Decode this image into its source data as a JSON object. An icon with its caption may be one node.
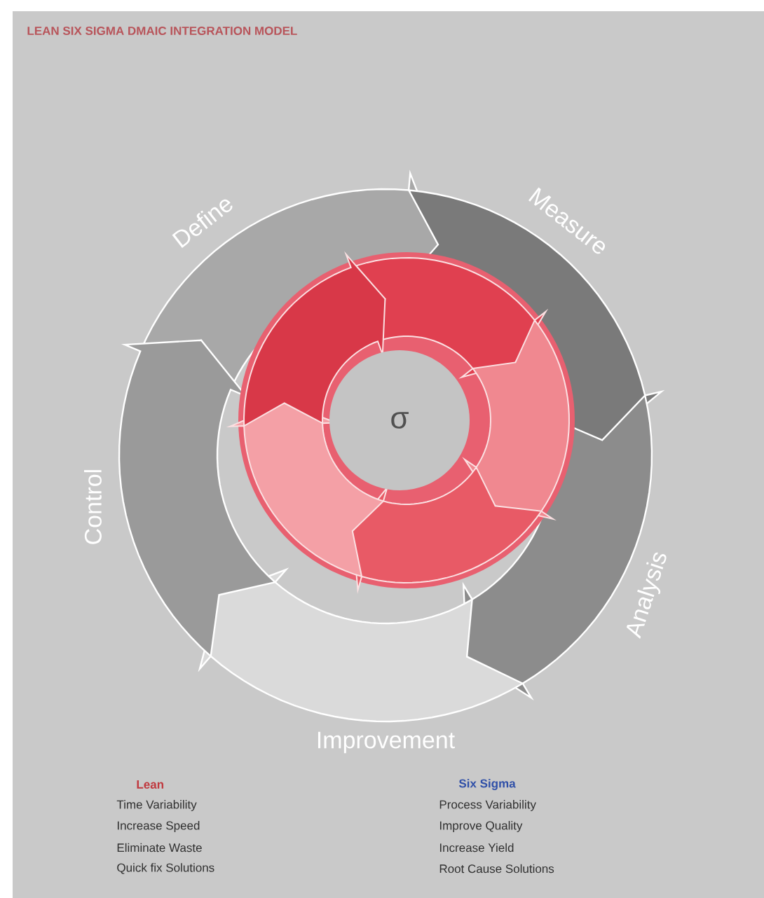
{
  "diagram": {
    "title": "LEAN SIX SIGMA DMAIC INTEGRATION MODEL",
    "nodes": [
      {
        "text": [
          "Define"
        ]
      },
      {
        "text": [
          "Measure"
        ]
      },
      {
        "text": [
          "Analysis"
        ]
      },
      {
        "text": [
          "Improvement"
        ]
      },
      {
        "text": [
          "Control"
        ]
      },
      {
        "text": [
          "σ"
        ]
      }
    ],
    "labels": [
      "Lean",
      "Time Variability",
      "Increase Speed",
      "Eliminate Waste",
      "Quick fix Solutions",
      "Six Sigma",
      "Process Variability",
      "Improve Quality",
      "Increase Yield",
      "Root Cause Solutions"
    ]
  }
}
